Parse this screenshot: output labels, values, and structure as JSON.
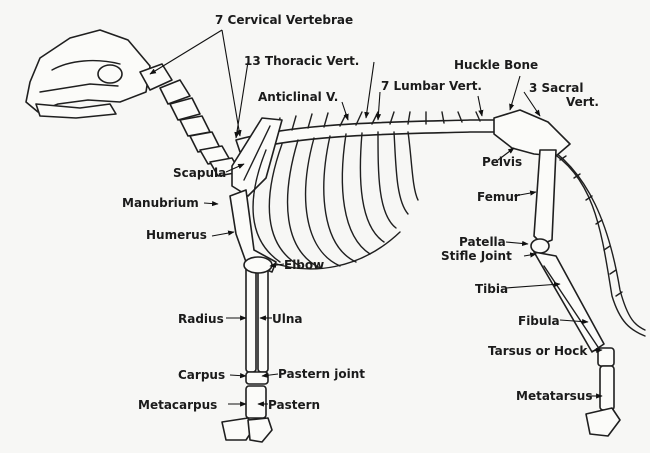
{
  "labels": {
    "cervical": "7 Cervical Vertebrae",
    "thoracic": "13 Thoracic Vert.",
    "huckle": "Huckle Bone",
    "sacral_1": "3  Sacral",
    "sacral_2": "Vert.",
    "lumbar": "7 Lumbar Vert.",
    "anticlinal": "Anticlinal V.",
    "scapula": "Scapula",
    "pelvis": "Pelvis",
    "manubrium": "Manubrium",
    "femur": "Femur",
    "humerus": "Humerus",
    "patella": "Patella",
    "stifle": "Stifle Joint",
    "elbow": "Elbow",
    "tibia": "Tibia",
    "radius": "Radius",
    "ulna": "Ulna",
    "fibula": "Fibula",
    "tarsus": "Tarsus or Hock",
    "carpus": "Carpus",
    "pastern_joint": "Pastern joint",
    "metacarpus": "Metacarpus",
    "pastern": "Pastern",
    "metatarsus": "Metatarsus"
  }
}
